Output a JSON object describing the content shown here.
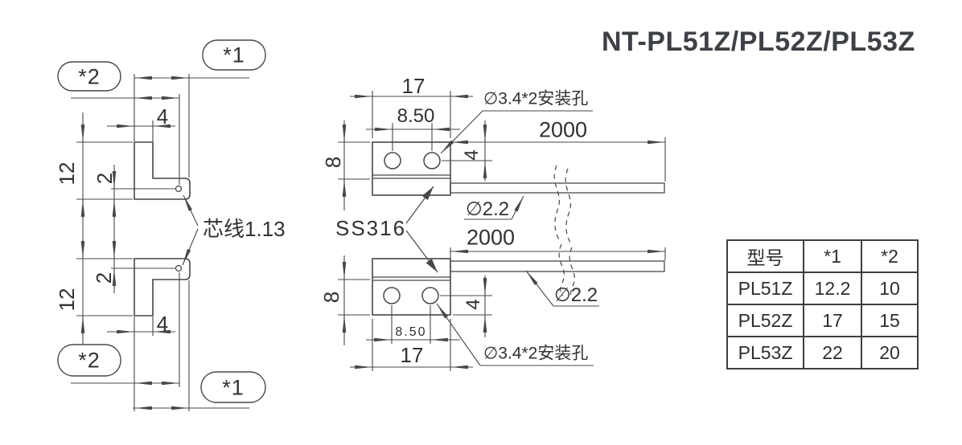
{
  "title": "NT-PL51Z/PL52Z/PL53Z",
  "colors": {
    "line": "#474747",
    "text": "#323232"
  },
  "left_view": {
    "callout_top_left": "*2",
    "callout_top_right": "*1",
    "callout_bottom_left": "*2",
    "callout_bottom_right": "*1",
    "dim_top_width": "4",
    "dim_top_height": "12",
    "dim_top_offset": "2",
    "core_wire_label": "芯线1.13",
    "dim_bottom_height": "12",
    "dim_bottom_offset": "2",
    "dim_bottom_width": "4"
  },
  "top_view": {
    "dim_width": "17",
    "dim_hole_pitch": "8.50",
    "dim_height": "8",
    "hole_label": "∅3.4*2安装孔",
    "dim_hole_edge": "4",
    "dim_cable_length": "2000",
    "dim_cable_dia": "∅2.2"
  },
  "material_label": "SS316",
  "bottom_view": {
    "dim_cable_length": "2000",
    "dim_cable_dia": "∅2.2",
    "dim_height": "8",
    "dim_hole_edge": "4",
    "dim_hole_pitch": "8.50",
    "dim_width": "17",
    "hole_label": "∅3.4*2安装孔"
  },
  "spec_table": {
    "headers": [
      "型号",
      "*1",
      "*2"
    ],
    "rows": [
      {
        "model": "PL51Z",
        "v1": "12.2",
        "v2": "10"
      },
      {
        "model": "PL52Z",
        "v1": "17",
        "v2": "15"
      },
      {
        "model": "PL53Z",
        "v1": "22",
        "v2": "20"
      }
    ]
  }
}
